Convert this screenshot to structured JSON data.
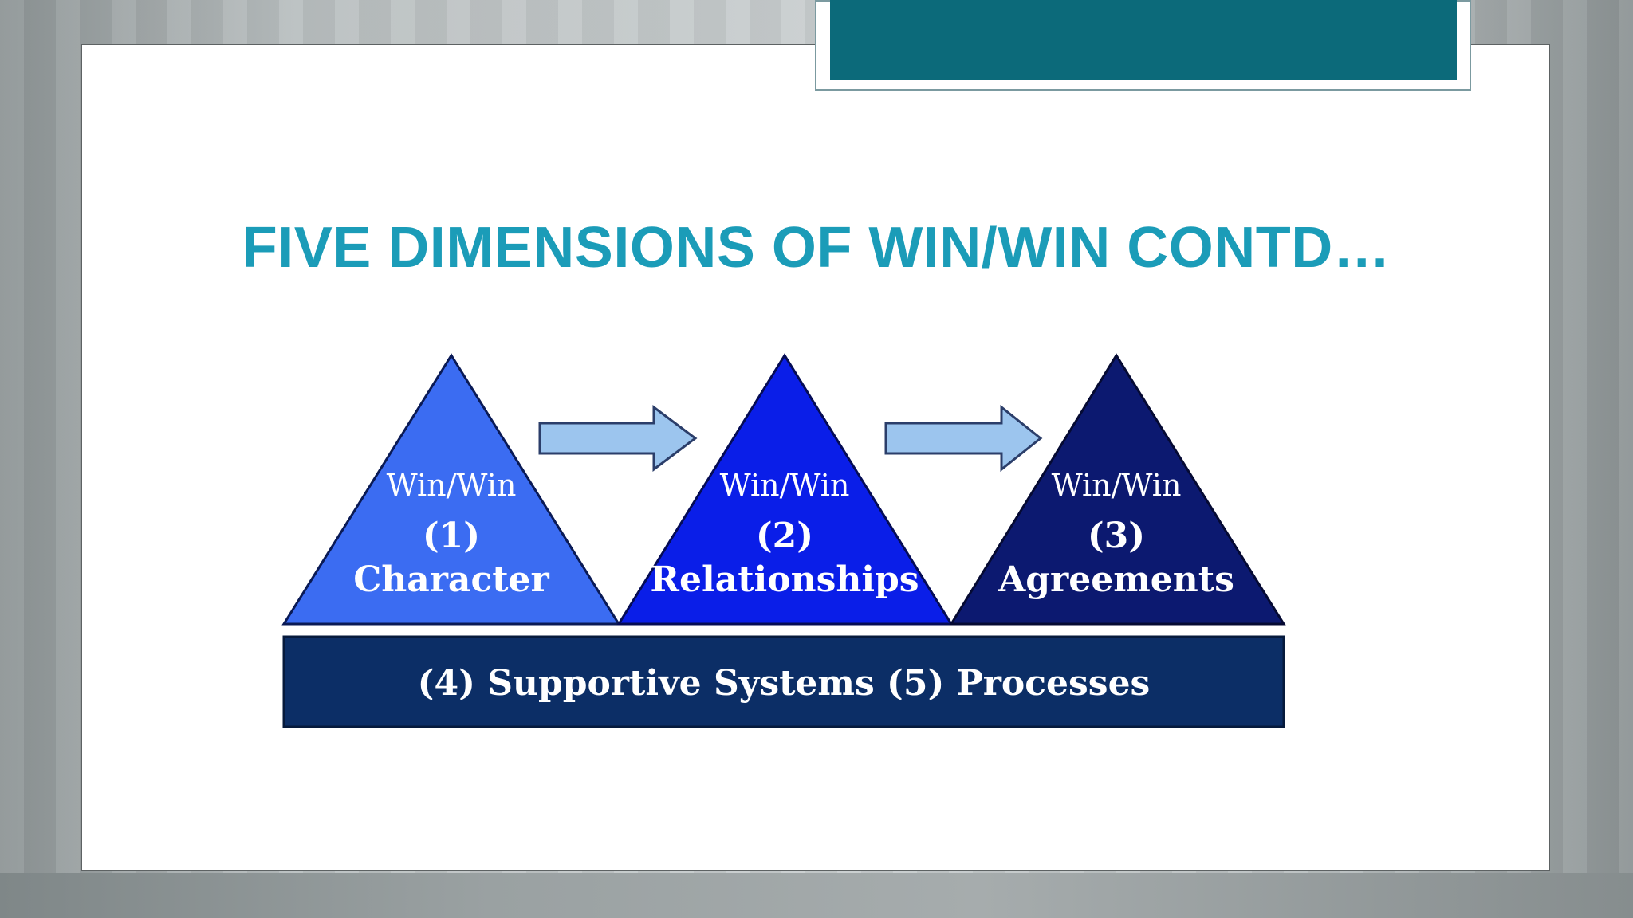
{
  "slide": {
    "title": "FIVE DIMENSIONS OF WIN/WIN CONTD…"
  },
  "diagram": {
    "triangles": [
      {
        "top": "Win/Win",
        "number": "(1)",
        "label": "Character",
        "color": "#3b6cf2"
      },
      {
        "top": "Win/Win",
        "number": "(2)",
        "label": "Relationships",
        "color": "#0a1ee8"
      },
      {
        "top": "Win/Win",
        "number": "(3)",
        "label": "Agreements",
        "color": "#0c1970"
      }
    ],
    "arrow_color": "#9cc5ee",
    "base": {
      "label": "(4) Supportive Systems (5) Processes",
      "color": "#0c2e66"
    }
  },
  "colors": {
    "title": "#1b9cb8",
    "accent": "#0c6a7a"
  }
}
